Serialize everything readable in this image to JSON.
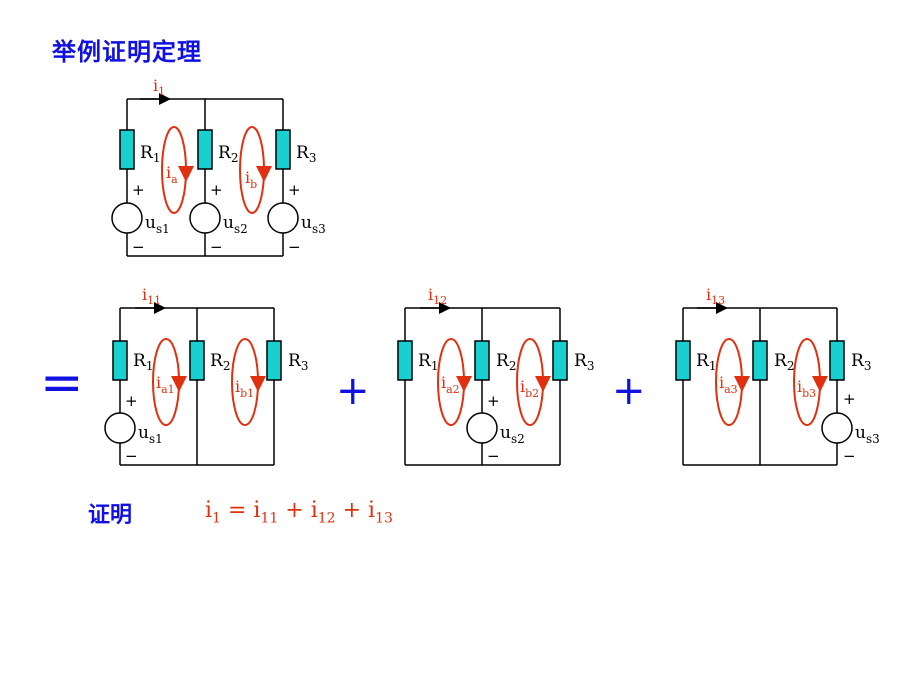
{
  "title": "举例证明定理",
  "proof_label": "证明",
  "proof_equation": {
    "lhs": "i",
    "lhs_sub": "1",
    "eq": "=",
    "terms": [
      {
        "base": "i",
        "sub": "11"
      },
      {
        "base": "i",
        "sub": "12"
      },
      {
        "base": "i",
        "sub": "13"
      }
    ],
    "plus": "+"
  },
  "operators": {
    "equals": "=",
    "plus": "+"
  },
  "circuits": {
    "main": {
      "branch_current": {
        "base": "i",
        "sub": "1"
      },
      "resistors": [
        {
          "base": "R",
          "sub": "1"
        },
        {
          "base": "R",
          "sub": "2"
        },
        {
          "base": "R",
          "sub": "3"
        }
      ],
      "sources": [
        {
          "base": "u",
          "sub": "s1"
        },
        {
          "base": "u",
          "sub": "s2"
        },
        {
          "base": "u",
          "sub": "s3"
        }
      ],
      "loops": [
        {
          "base": "i",
          "sub": "a"
        },
        {
          "base": "i",
          "sub": "b"
        }
      ]
    },
    "sub1": {
      "branch_current": {
        "base": "i",
        "sub": "11"
      },
      "resistors": [
        {
          "base": "R",
          "sub": "1"
        },
        {
          "base": "R",
          "sub": "2"
        },
        {
          "base": "R",
          "sub": "3"
        }
      ],
      "source": {
        "base": "u",
        "sub": "s1"
      },
      "loops": [
        {
          "base": "i",
          "sub": "a1"
        },
        {
          "base": "i",
          "sub": "b1"
        }
      ]
    },
    "sub2": {
      "branch_current": {
        "base": "i",
        "sub": "12"
      },
      "resistors": [
        {
          "base": "R",
          "sub": "1"
        },
        {
          "base": "R",
          "sub": "2"
        },
        {
          "base": "R",
          "sub": "3"
        }
      ],
      "source": {
        "base": "u",
        "sub": "s2"
      },
      "loops": [
        {
          "base": "i",
          "sub": "a2"
        },
        {
          "base": "i",
          "sub": "b2"
        }
      ]
    },
    "sub3": {
      "branch_current": {
        "base": "i",
        "sub": "13"
      },
      "resistors": [
        {
          "base": "R",
          "sub": "1"
        },
        {
          "base": "R",
          "sub": "2"
        },
        {
          "base": "R",
          "sub": "3"
        }
      ],
      "source": {
        "base": "u",
        "sub": "s3"
      },
      "loops": [
        {
          "base": "i",
          "sub": "a3"
        },
        {
          "base": "i",
          "sub": "b3"
        }
      ]
    }
  },
  "polarity": {
    "plus": "+",
    "minus": "−"
  },
  "colors": {
    "title": "#1010e0",
    "current": "#e03010",
    "resistor": "#18d0d0",
    "wire": "#000000"
  }
}
